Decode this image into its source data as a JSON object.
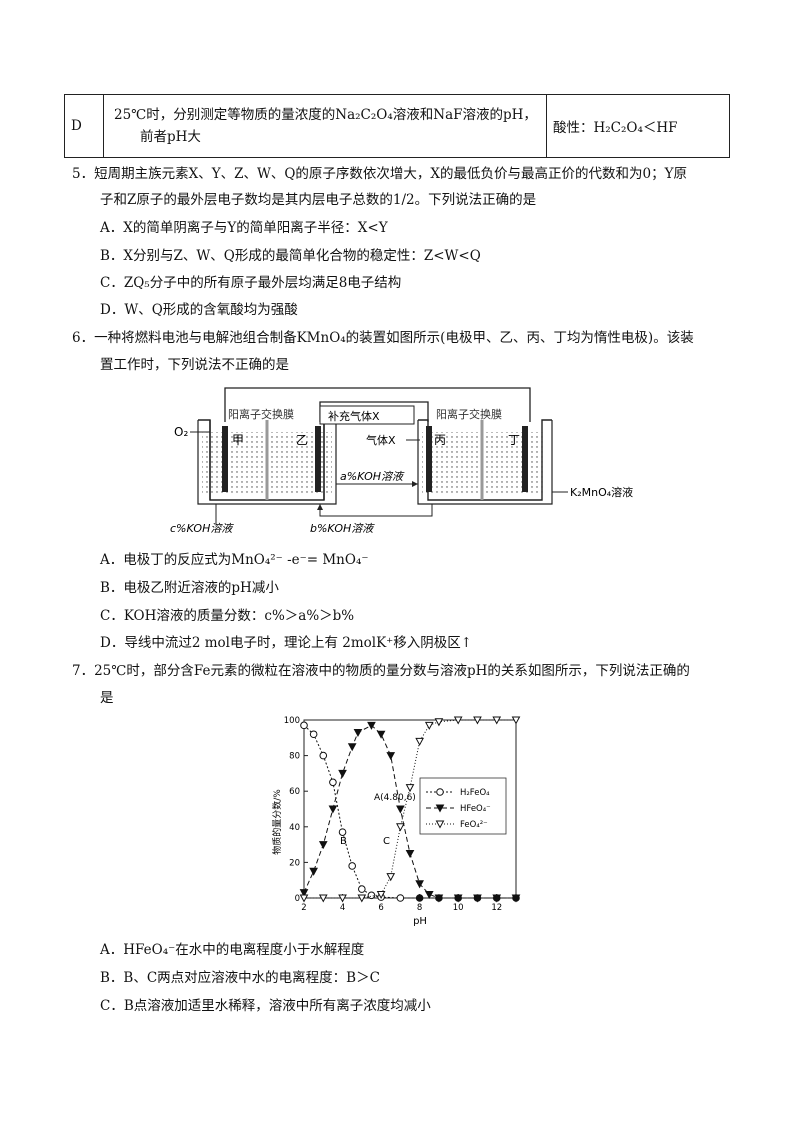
{
  "table_row": {
    "letter": "D",
    "experiment_line1": "25℃时，分别测定等物质的量浓度的Na₂C₂O₄溶液和NaF溶液的pH，",
    "experiment_line2": "前者pH大",
    "conclusion": "酸性：H₂C₂O₄＜HF"
  },
  "q5": {
    "line1": "5．短周期主族元素X、Y、Z、W、Q的原子序数依次增大，X的最低负价与最高正价的代数和为0；Y原",
    "line2": "子和Z原子的最外层电子数均是其内层电子总数的1/2。下列说法正确的是",
    "options": [
      "A．X的简单阴离子与Y的简单阳离子半径：X<Y",
      "B．X分别与Z、W、Q形成的最简单化合物的稳定性：Z<W<Q",
      "C．ZQ₅分子中的所有原子最外层均满足8电子结构",
      "D．W、Q形成的含氧酸均为强酸"
    ]
  },
  "q6": {
    "line1": "6．一种将燃料电池与电解池组合制备KMnO₄的装置如图所示(电极甲、乙、丙、丁均为惰性电极)。该装",
    "line2": "置工作时，下列说法不正确的是",
    "diagram": {
      "o2": "O₂",
      "membrane_left": "阳离子交换膜",
      "membrane_right": "阳离子交换膜",
      "supplement_gas": "补充气体X",
      "gas_x": "气体X",
      "electrode_jia": "甲",
      "electrode_yi": "乙",
      "electrode_bing": "丙",
      "electrode_ding": "丁",
      "a_koh": "a%KOH溶液",
      "b_koh": "b%KOH溶液",
      "c_koh": "c%KOH溶液",
      "k2mno4": "K₂MnO₄溶液"
    },
    "options": [
      "A．电极丁的反应式为MnO₄²⁻ -e⁻= MnO₄⁻",
      "B．电极乙附近溶液的pH减小",
      "C．KOH溶液的质量分数：c%＞a%＞b%",
      "D．导线中流过2 mol电子时，理论上有 2molK⁺移入阴极区↑"
    ]
  },
  "q7": {
    "line1": "7．25℃时，部分含Fe元素的微粒在溶液中的物质的量分数与溶液pH的关系如图所示，下列说法正确的",
    "line2": "是",
    "options": [
      "A．HFeO₄⁻在水中的电离程度小于水解程度",
      "B．B、C两点对应溶液中水的电离程度：B＞C",
      "C．B点溶液加适里水稀释，溶液中所有离子浓度均减小"
    ]
  },
  "chart_data": {
    "type": "line",
    "ylabel": "物质的量分数/%",
    "xlabel": "pH",
    "xlim": [
      2,
      13
    ],
    "ylim": [
      0,
      100
    ],
    "x_ticks": [
      "2",
      "4",
      "6",
      "8",
      "10",
      "12"
    ],
    "y_ticks": [
      "0",
      "20",
      "40",
      "60",
      "80",
      "100"
    ],
    "annotations": {
      "A": "A(4.80,6)",
      "B": "B",
      "C": "C"
    },
    "series": [
      {
        "name": "H₂FeO₄",
        "marker": "circle",
        "points": [
          [
            2,
            97
          ],
          [
            2.5,
            92
          ],
          [
            3,
            80
          ],
          [
            3.5,
            65
          ],
          [
            4,
            37
          ],
          [
            4.5,
            18
          ],
          [
            5,
            5
          ],
          [
            5.5,
            1.5
          ],
          [
            6,
            0.5
          ],
          [
            7,
            0
          ],
          [
            8,
            0
          ],
          [
            9,
            0
          ],
          [
            10,
            0
          ],
          [
            11,
            0
          ],
          [
            12,
            0
          ],
          [
            13,
            0
          ]
        ]
      },
      {
        "name": "HFeO₄⁻",
        "marker": "triangle-down-filled",
        "points": [
          [
            2,
            3
          ],
          [
            2.5,
            15
          ],
          [
            3,
            30
          ],
          [
            3.5,
            50
          ],
          [
            4,
            70
          ],
          [
            4.5,
            85
          ],
          [
            4.8,
            93
          ],
          [
            5.5,
            97
          ],
          [
            6,
            92
          ],
          [
            6.5,
            80
          ],
          [
            7,
            50
          ],
          [
            7.5,
            25
          ],
          [
            8,
            8
          ],
          [
            8.5,
            2
          ],
          [
            9,
            0
          ],
          [
            10,
            0
          ],
          [
            11,
            0
          ],
          [
            12,
            0
          ],
          [
            13,
            0
          ]
        ]
      },
      {
        "name": "FeO₄²⁻",
        "marker": "triangle-down-open",
        "points": [
          [
            2,
            0
          ],
          [
            3,
            0
          ],
          [
            4,
            0
          ],
          [
            5,
            0
          ],
          [
            6,
            2
          ],
          [
            6.5,
            12
          ],
          [
            7,
            40
          ],
          [
            7.5,
            62
          ],
          [
            8,
            88
          ],
          [
            8.5,
            97
          ],
          [
            9,
            99
          ],
          [
            10,
            100
          ],
          [
            11,
            100
          ],
          [
            12,
            100
          ],
          [
            13,
            100
          ]
        ]
      }
    ]
  }
}
